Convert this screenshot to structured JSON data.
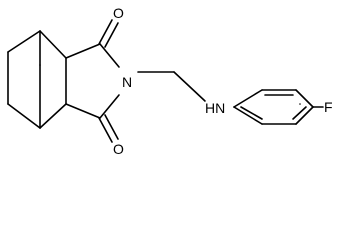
{
  "molecule": {
    "atoms": {
      "oxygen_top": "O",
      "oxygen_bottom": "O",
      "nitrogen_imide": "N",
      "amine": "HN",
      "fluorine": "F"
    }
  }
}
